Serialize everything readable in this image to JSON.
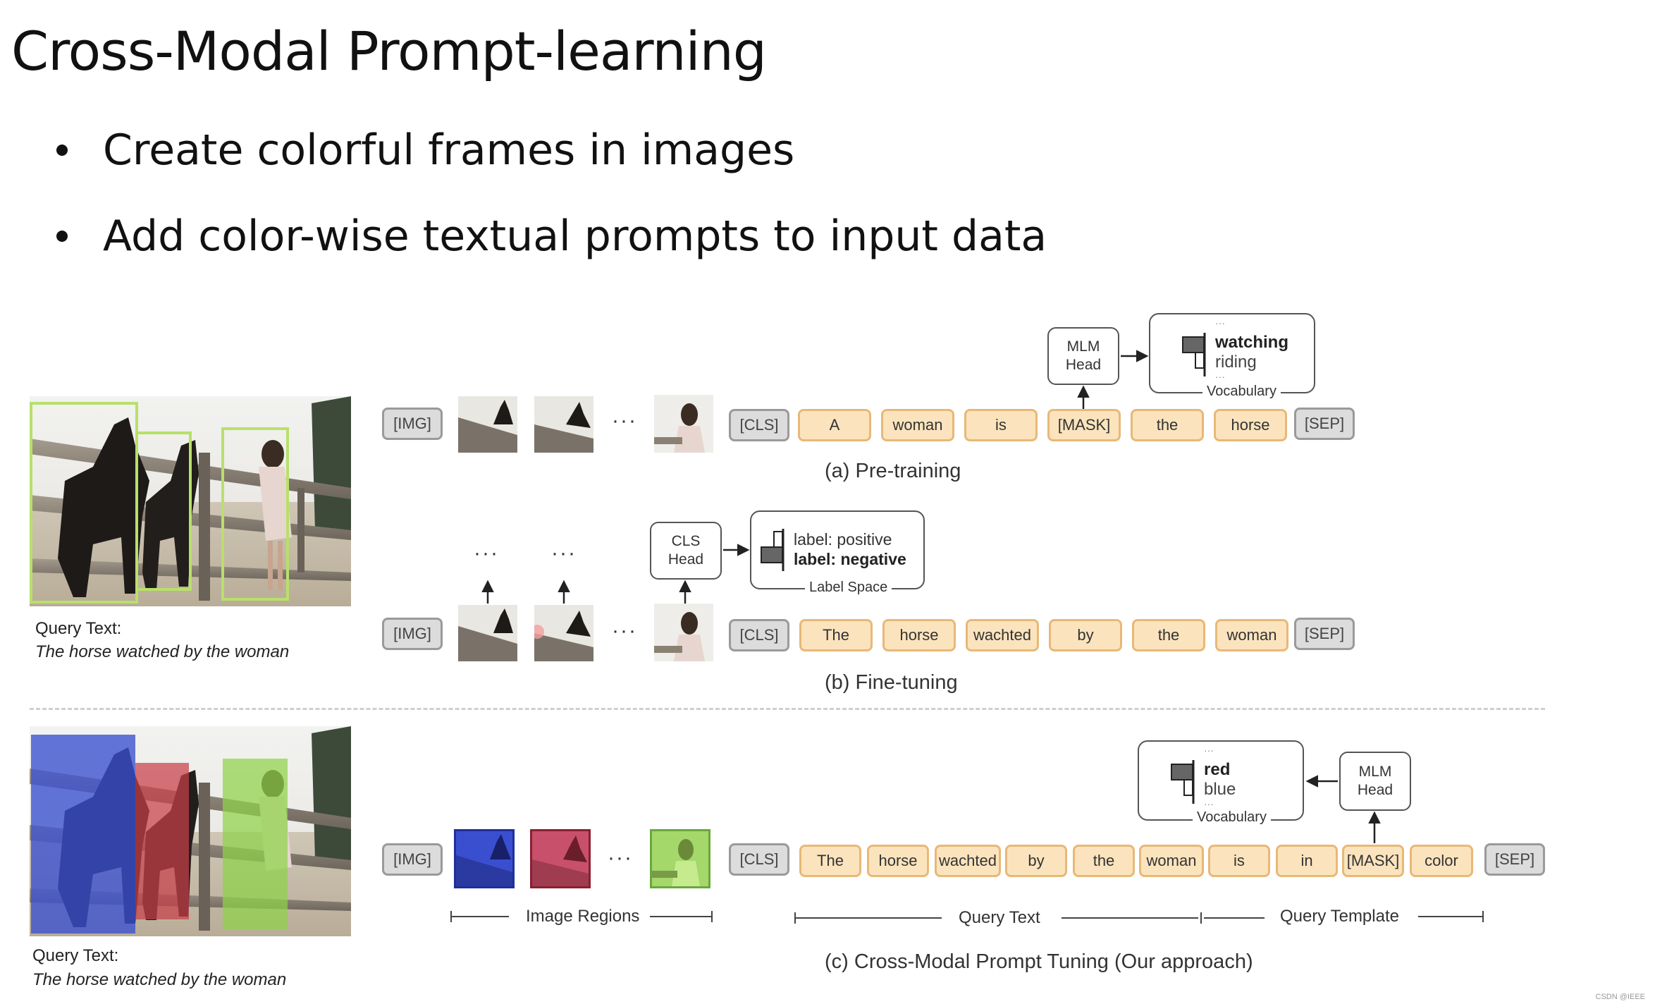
{
  "slide": {
    "title": "Cross-Modal Prompt-learning",
    "bullets": [
      "Create colorful frames in images",
      "Add color-wise textual prompts to input data"
    ]
  },
  "left_panel": {
    "query_label": "Query Text:",
    "query_text": "The horse watched by the woman"
  },
  "pretraining": {
    "img_token": "[IMG]",
    "ellipsis": "···",
    "cls_token": "[CLS]",
    "tokens": [
      "A",
      "woman",
      "is",
      "[MASK]",
      "the",
      "horse"
    ],
    "sep_token": "[SEP]",
    "head_line1": "MLM",
    "head_line2": "Head",
    "vocab_top": "watching",
    "vocab_bottom": "riding",
    "vocab_label": "Vocabulary",
    "caption": "(a) Pre-training"
  },
  "finetuning": {
    "img_token": "[IMG]",
    "ellipsis": "···",
    "dots1": "···",
    "dots2": "···",
    "cls_token": "[CLS]",
    "tokens": [
      "The",
      "horse",
      "wachted",
      "by",
      "the",
      "woman"
    ],
    "sep_token": "[SEP]",
    "head_line1": "CLS",
    "head_line2": "Head",
    "label_pos": "label: positive",
    "label_neg": "label: negative",
    "label_space": "Label Space",
    "caption": "(b) Fine-tuning"
  },
  "cpt": {
    "img_token": "[IMG]",
    "ellipsis": "···",
    "cls_token": "[CLS]",
    "tokens": [
      "The",
      "horse",
      "wachted",
      "by",
      "the",
      "woman",
      "is",
      "in",
      "[MASK]",
      "color"
    ],
    "sep_token": "[SEP]",
    "head_line1": "MLM",
    "head_line2": "Head",
    "vocab_top": "red",
    "vocab_bottom": "blue",
    "vocab_label": "Vocabulary",
    "image_regions_label": "Image Regions",
    "query_text_label": "Query Text",
    "query_template_label": "Query Template",
    "caption": "(c) Cross-Modal Prompt Tuning (Our approach)"
  },
  "colors": {
    "token_fill": "#fbe4bd",
    "token_border": "#e8b878",
    "special_fill": "#dcdcdc",
    "frame_blue": "#3a4fd0",
    "frame_red": "#c8404a",
    "frame_green": "#8fd24a",
    "box_outline_green": "#b8e06a"
  },
  "watermark": "CSDN @IEEE"
}
